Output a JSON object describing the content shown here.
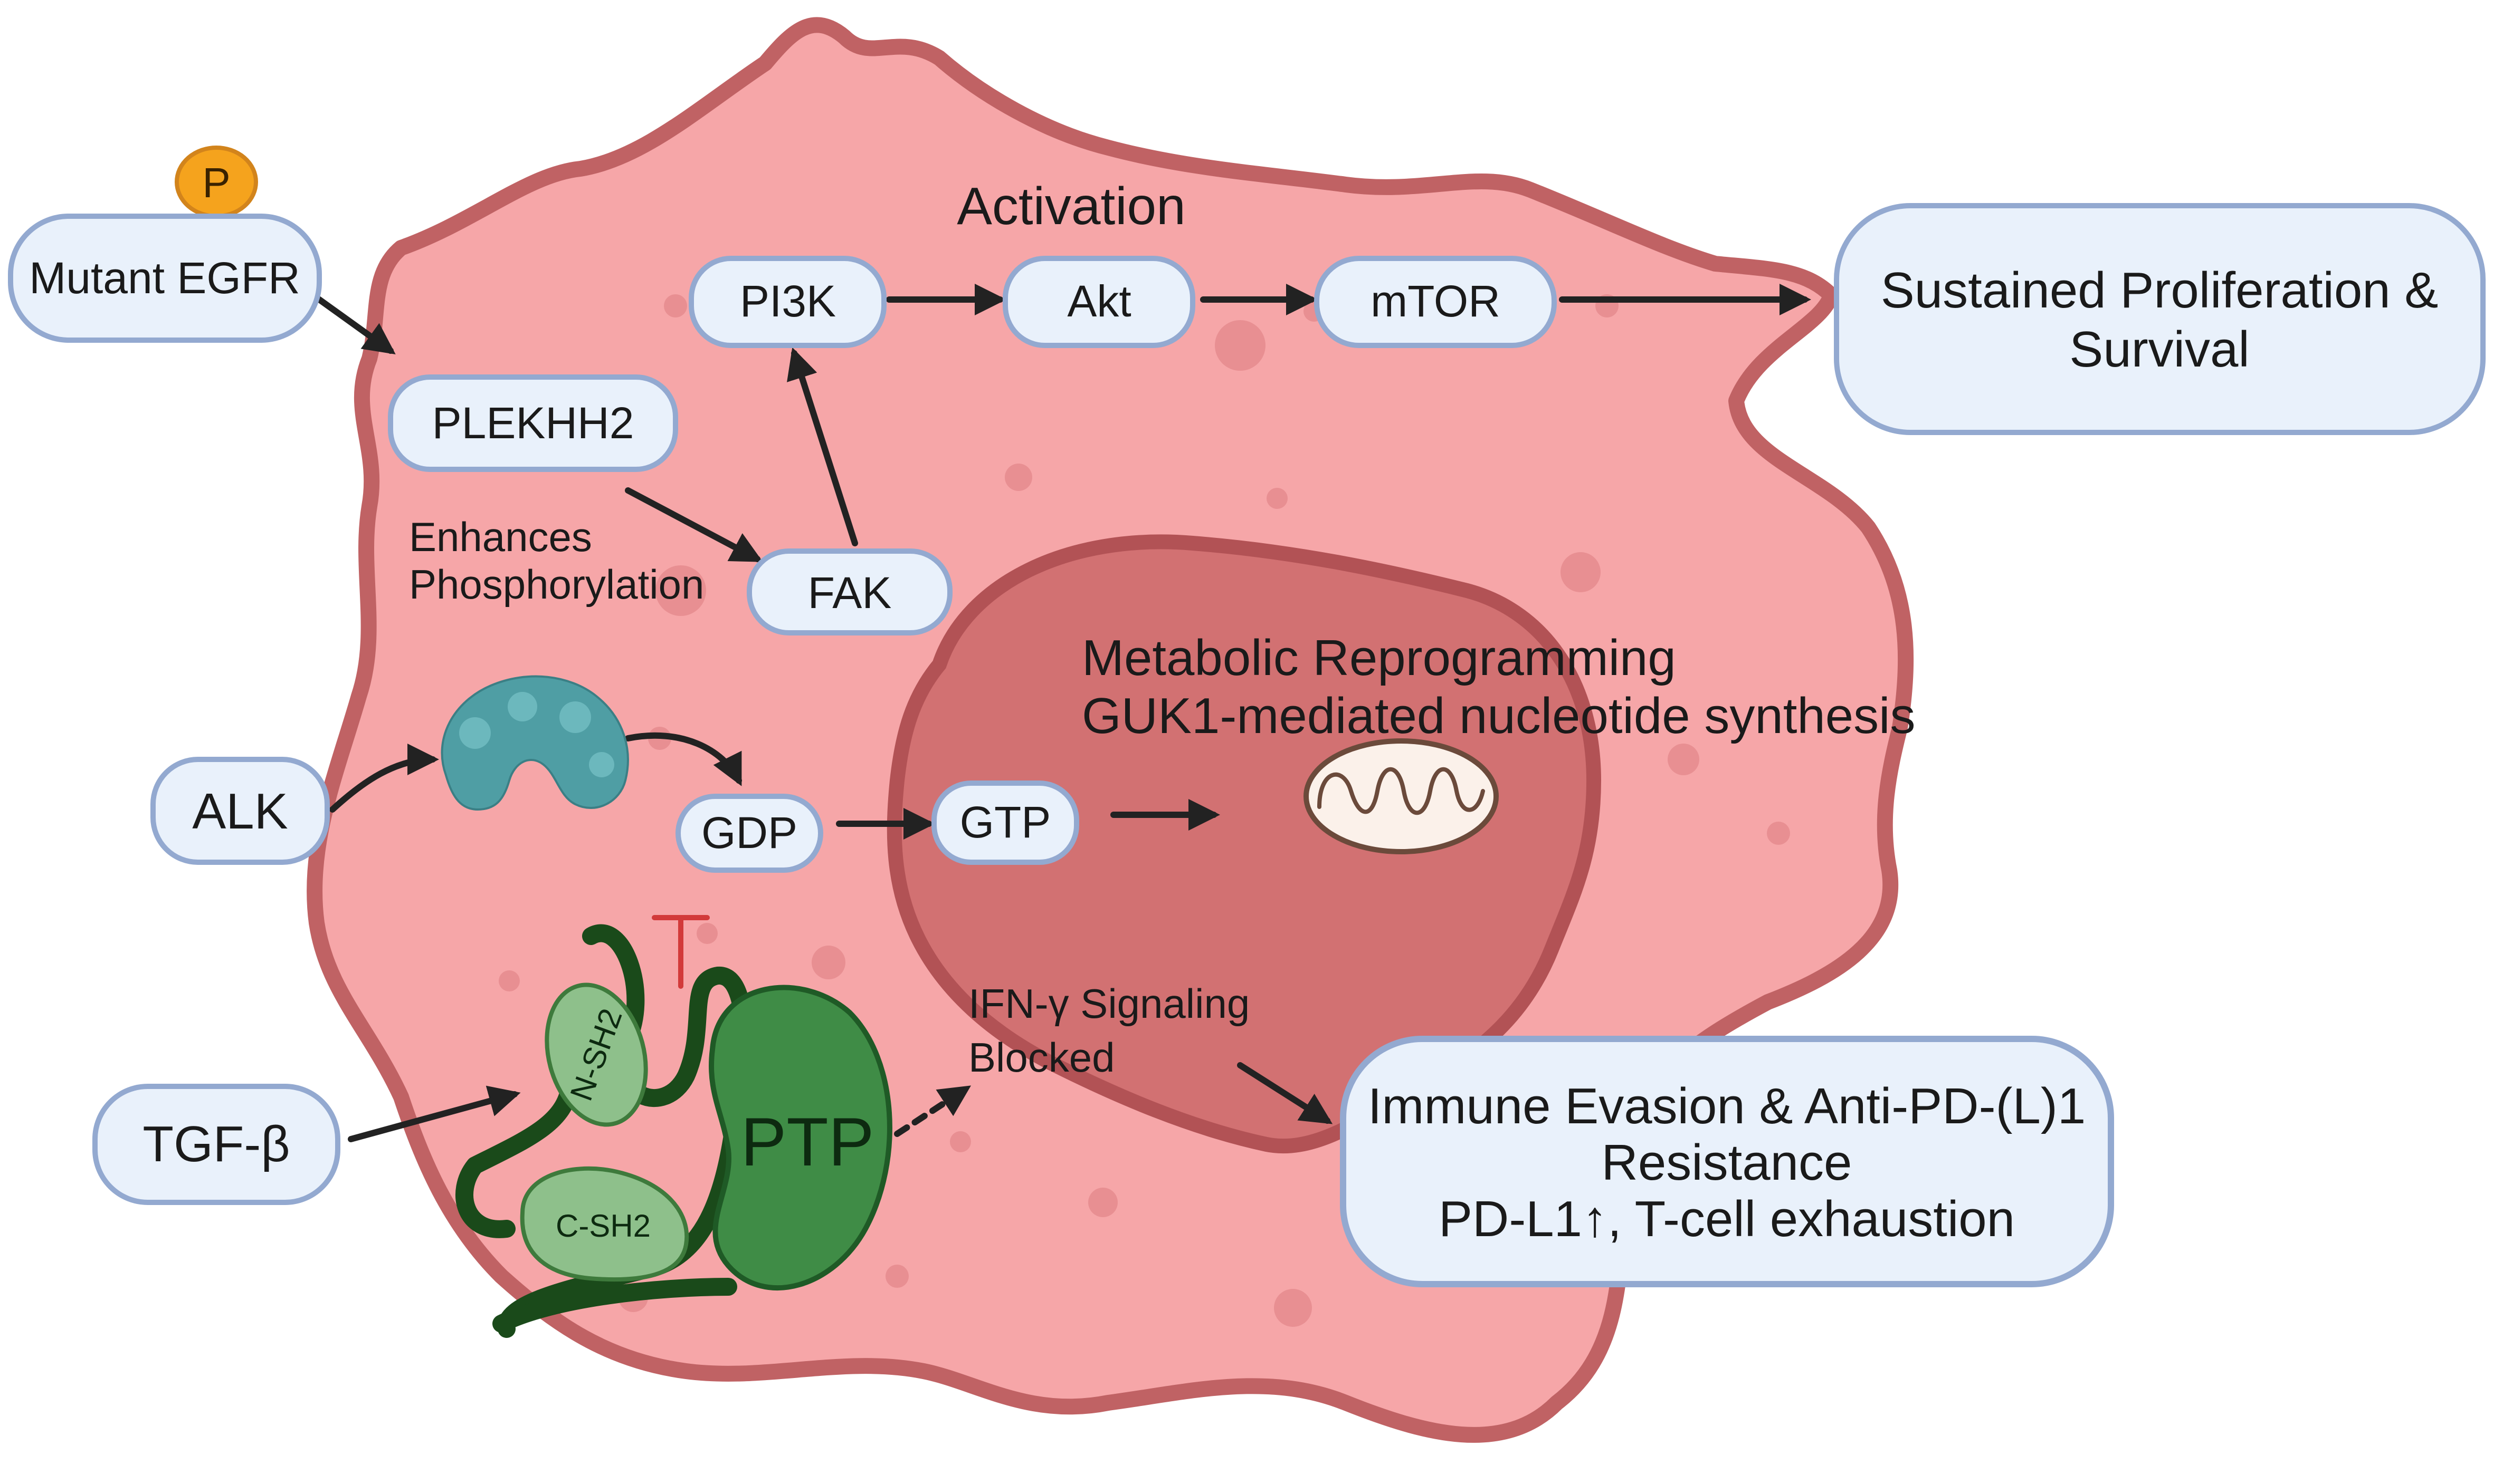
{
  "colors": {
    "cell_fill": "#f6a6a8",
    "cell_border": "#c06264",
    "nucleus_fill": "#d27172",
    "nucleus_border": "#b25255",
    "node_fill": "#e9f1fb",
    "node_border": "#93a9d0",
    "arrow": "#222222",
    "inhibit": "#d23a3a",
    "ptp_fill": "#3f8c46",
    "sh2_fill": "#8ec08b",
    "phospho_fill": "#f5a31d",
    "alk_protein": "#4f9ea4"
  },
  "nodes": {
    "mutant_egfr": "Mutant EGFR",
    "phospho": "P",
    "plekhh2": "PLEKHH2",
    "fak": "FAK",
    "pi3k": "PI3K",
    "akt": "Akt",
    "mtor": "mTOR",
    "alk": "ALK",
    "gdp": "GDP",
    "gtp": "GTP",
    "tgf_beta": "TGF-β"
  },
  "labels": {
    "activation": "Activation",
    "enhances_1": "Enhances",
    "enhances_2": "Phosphorylation",
    "metabolic_1": "Metabolic Reprogramming",
    "metabolic_2": "GUK1-mediated nucleotide synthesis",
    "ifn_1": "IFN-γ Signaling",
    "ifn_2": "Blocked",
    "ptp": "PTP",
    "n_sh2": "N-SH2",
    "c_sh2": "C-SH2"
  },
  "outcomes": {
    "proliferation_1": "Sustained Proliferation &",
    "proliferation_2": "Survival",
    "immune_1": "Immune Evasion & Anti-PD-(L)1",
    "immune_2": "Resistance",
    "immune_3": "PD-L1↑, T-cell exhaustion"
  }
}
